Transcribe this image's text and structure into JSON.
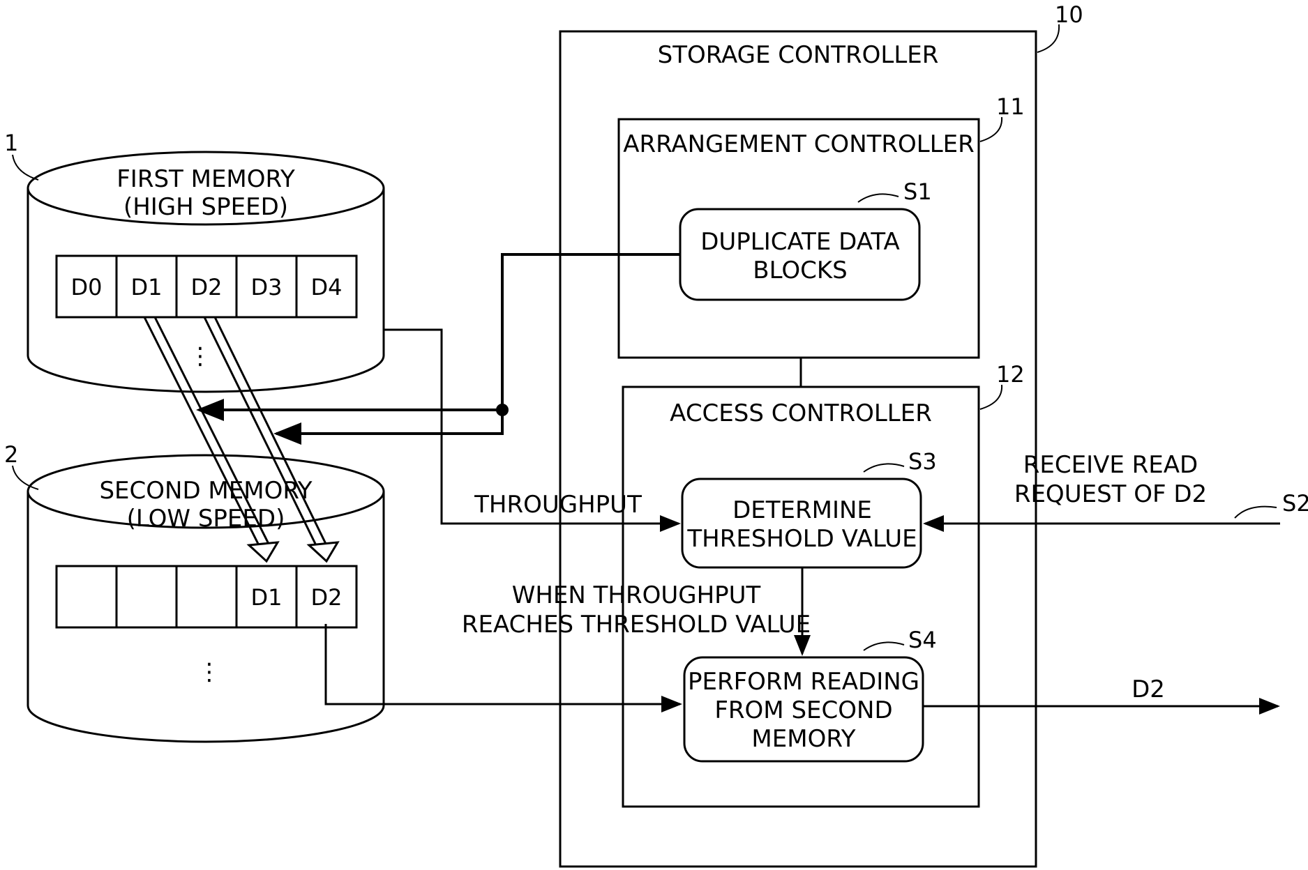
{
  "storage_controller": {
    "ref": "10",
    "title": "STORAGE CONTROLLER"
  },
  "arrangement_controller": {
    "ref": "11",
    "title": "ARRANGEMENT CONTROLLER"
  },
  "access_controller": {
    "ref": "12",
    "title": "ACCESS CONTROLLER"
  },
  "steps": {
    "s1": {
      "ref": "S1",
      "line1": "DUPLICATE DATA",
      "line2": "BLOCKS"
    },
    "s2": {
      "ref": "S2",
      "line1": "RECEIVE READ",
      "line2": "REQUEST OF D2"
    },
    "s3": {
      "ref": "S3",
      "line1": "DETERMINE",
      "line2": "THRESHOLD VALUE"
    },
    "s4": {
      "ref": "S4",
      "line1": "PERFORM READING",
      "line2": "FROM SECOND",
      "line3": "MEMORY"
    }
  },
  "first_memory": {
    "ref": "1",
    "line1": "FIRST MEMORY",
    "line2": "(HIGH SPEED)",
    "blocks": [
      "D0",
      "D1",
      "D2",
      "D3",
      "D4"
    ],
    "ellipsis": "⋮"
  },
  "second_memory": {
    "ref": "2",
    "line1": "SECOND MEMORY",
    "line2": "(LOW SPEED)",
    "blocks": [
      "",
      "",
      "",
      "D1",
      "D2"
    ],
    "ellipsis": "⋮"
  },
  "labels": {
    "throughput": "THROUGHPUT",
    "condition_line1": "WHEN THROUGHPUT",
    "condition_line2": "REACHES THRESHOLD VALUE",
    "output": "D2"
  }
}
